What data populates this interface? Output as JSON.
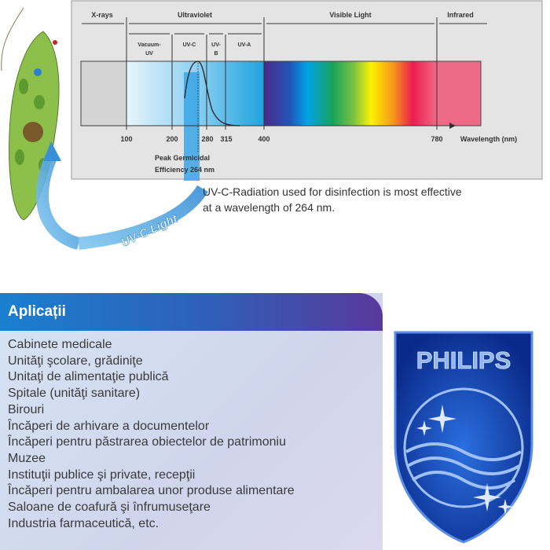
{
  "diagram": {
    "bands": {
      "xrays": "X-rays",
      "ultraviolet": "Ultraviolet",
      "visible": "Visible Light",
      "infrared": "Infrared"
    },
    "subbands": {
      "vacuum_uv_1": "Vacuum-",
      "vacuum_uv_2": "UV",
      "uvc": "UV-C",
      "uvb_1": "UV-",
      "uvb_2": "B",
      "uva": "UV-A"
    },
    "ticks": [
      "100",
      "200",
      "280",
      "315",
      "400",
      "780"
    ],
    "axis_label": "Wavelength (nm)",
    "peak_label_1": "Peak Germicidal",
    "peak_label_2": "Efficiency 264 nm",
    "uvc_light_label": "UV-C Light",
    "peak_wavelength_nm": 264
  },
  "caption": {
    "line1": "UV-C-Radiation used for disinfection is most effective",
    "line2": "at a wavelength of 264 nm."
  },
  "applications": {
    "title": "Aplicații",
    "items": [
      "Cabinete medicale",
      "Unităţi şcolare, grădiniţe",
      "Unitaţi de alimentaţie publică",
      "Spitale (unităţi sanitare)",
      "Birouri",
      "Încăperi de arhivare a documentelor",
      "Încăperi pentru păstrarea obiectelor de patrimoniu",
      "Muzee",
      "Instituţii publice şi private, recepţii",
      "Încăperi pentru ambalarea unor produse alimentare",
      "Saloane de coafură şi înfrumuseţare",
      "Industria farmaceutică, etc."
    ]
  },
  "logo": {
    "brand": "PHILIPS"
  },
  "colors": {
    "header_start": "#1a7fcf",
    "header_end": "#58399a",
    "uv": "#29a8e0",
    "infrared": "#ef6a86"
  }
}
